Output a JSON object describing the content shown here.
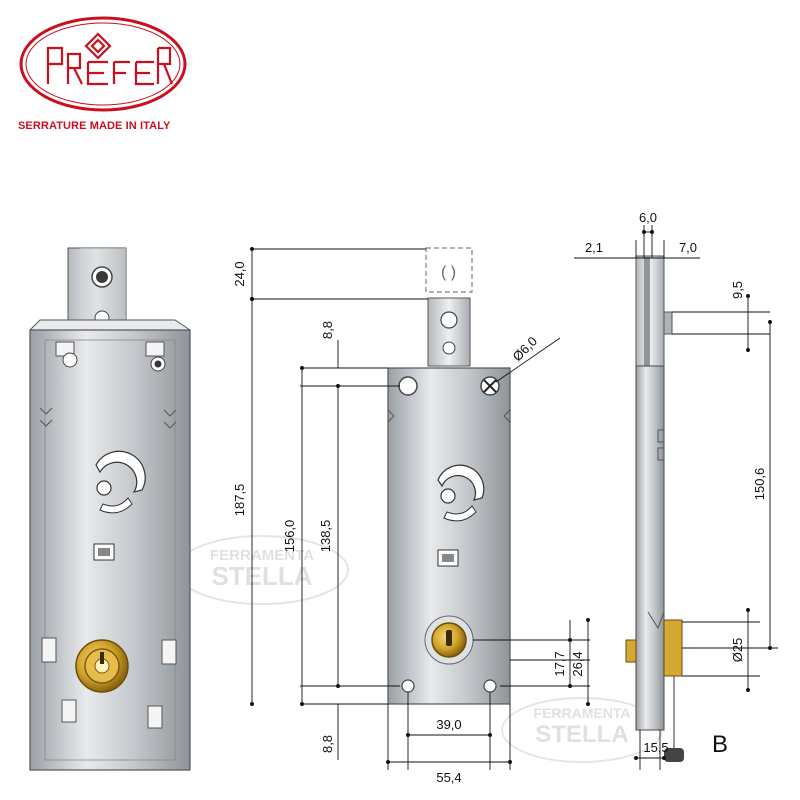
{
  "brand": {
    "name": "PREFER",
    "tagline": "SERRATURE MADE IN ITALY",
    "color": "#c8101e"
  },
  "watermark": {
    "line1": "FERRAMENTA",
    "line2": "STELLA",
    "color": "#d9d9d9"
  },
  "dimensions": {
    "top_ext": "24,0",
    "top_margin": "8,8",
    "overall": "187,5",
    "h156": "156,0",
    "h1385": "138,5",
    "bottom_margin": "8,8",
    "hole_dia": "Ø6,0",
    "cyl_17": "17,7",
    "cyl_26": "26,4",
    "w39": "39,0",
    "w55": "55,4",
    "side_21": "2,1",
    "side_60": "6,0",
    "side_70": "7,0",
    "side_95": "9,5",
    "side_1506": "150,6",
    "side_dia25": "Ø25",
    "side_155": "15,5",
    "side_label": "B"
  }
}
